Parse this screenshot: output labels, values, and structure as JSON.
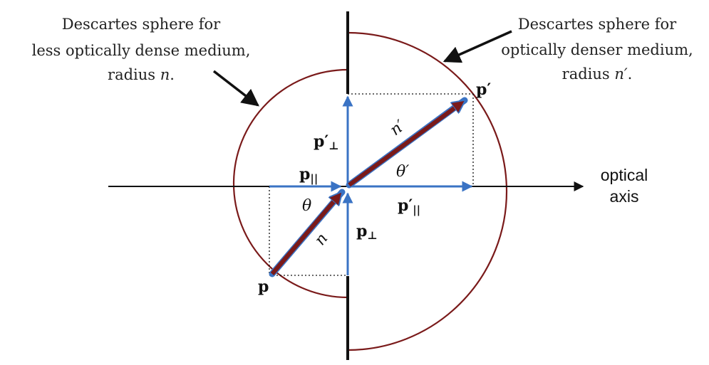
{
  "left_note": {
    "line1": "Descartes sphere for",
    "line2": "less optically dense medium,",
    "line3_prefix": "radius ",
    "line3_var": "n",
    "line3_suffix": "."
  },
  "right_note": {
    "line1": "Descartes sphere for",
    "line2": "optically denser medium,",
    "line3_prefix": "radius ",
    "line3_var": "n′",
    "line3_suffix": "."
  },
  "axis": {
    "line1": "optical",
    "line2": "axis"
  },
  "labels": {
    "p": "p",
    "p_prime": "p′",
    "p_par_base": "p",
    "p_par_sub": "||",
    "p_perp_base": "p",
    "p_perp_sub": "⊥",
    "p_prime_perp_base": "p′",
    "p_prime_perp_sub": "⊥",
    "p_prime_par_base": "p′",
    "p_prime_par_sub": "||",
    "theta": "θ",
    "theta_prime": "θ′",
    "n": "n",
    "n_prime": "n′"
  },
  "colors": {
    "sphere": "#7a1a1a",
    "blue_vector": "#3a73c4",
    "ray_fill": "#7a1a1a",
    "ray_outline": "#3a73c4",
    "line": "#111111"
  },
  "icons": [
    "arrow-pointer-icon",
    "arrow-pointer-icon"
  ]
}
